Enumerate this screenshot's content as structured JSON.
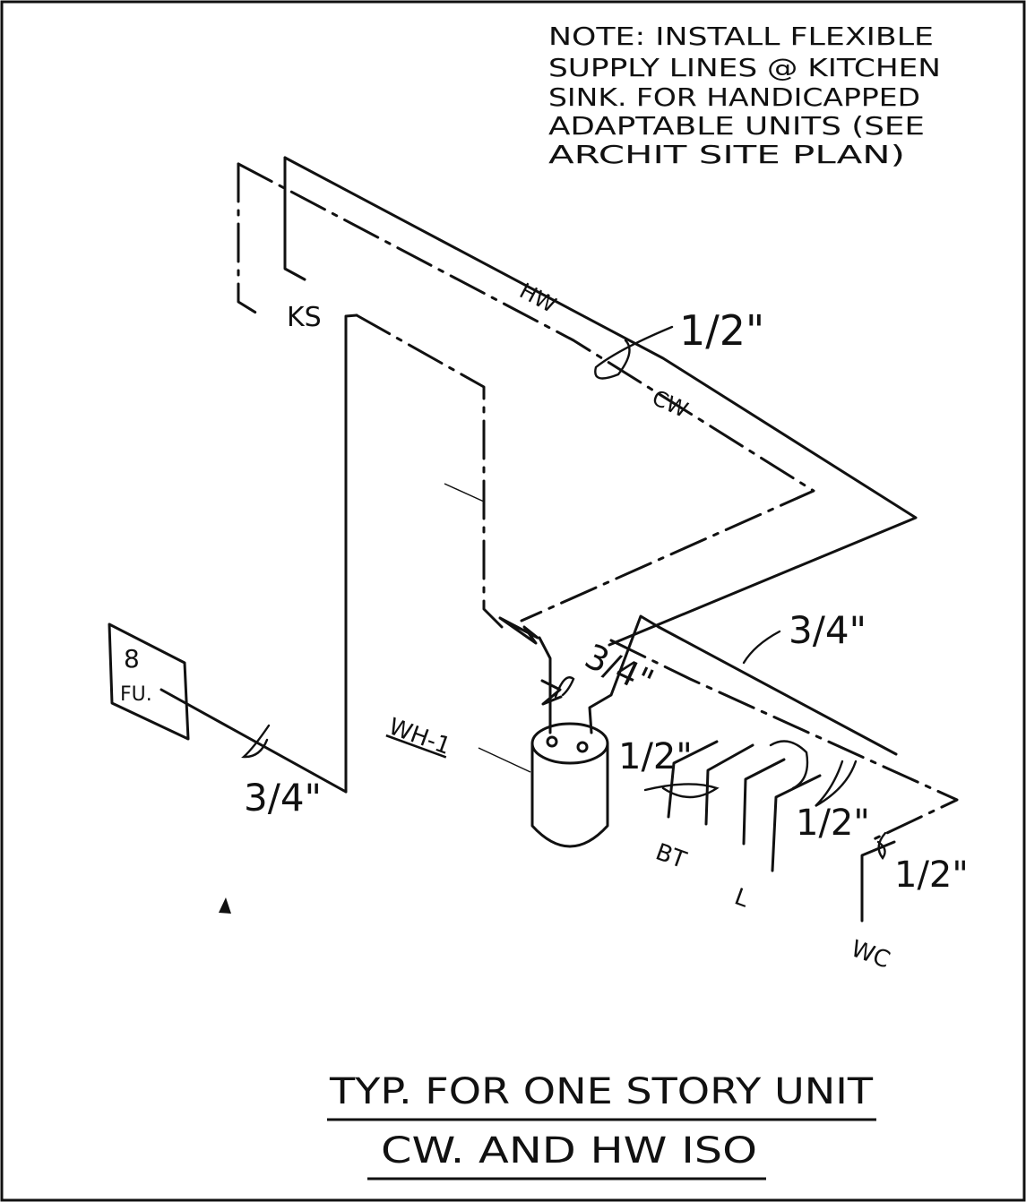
{
  "note": {
    "lines": [
      "NOTE: INSTALL FLEXIBLE",
      "SUPPLY LINES @ KITCHEN",
      "SINK. FOR HANDICAPPED",
      "ADAPTABLE UNITS (SEE",
      "ARCHIT SITE PLAN)"
    ]
  },
  "pipes": {
    "hw_label": "HW",
    "cw_label": "CW"
  },
  "fixtures": {
    "ks": "KS",
    "bt": "BT",
    "l": "L",
    "wc": "WC",
    "heater": "WH-1"
  },
  "meter": {
    "count": "8",
    "unit": "FU."
  },
  "sizes": {
    "main_top": "1/2\"",
    "heater_out": "3/4\"",
    "branch": "3/4\"",
    "heater_left": "1/2\"",
    "lav": "1/2\"",
    "wc": "1/2\"",
    "supply": "3/4\""
  },
  "title": {
    "line1": "TYP. FOR ONE STORY UNIT",
    "line2": "CW. AND HW ISO"
  }
}
